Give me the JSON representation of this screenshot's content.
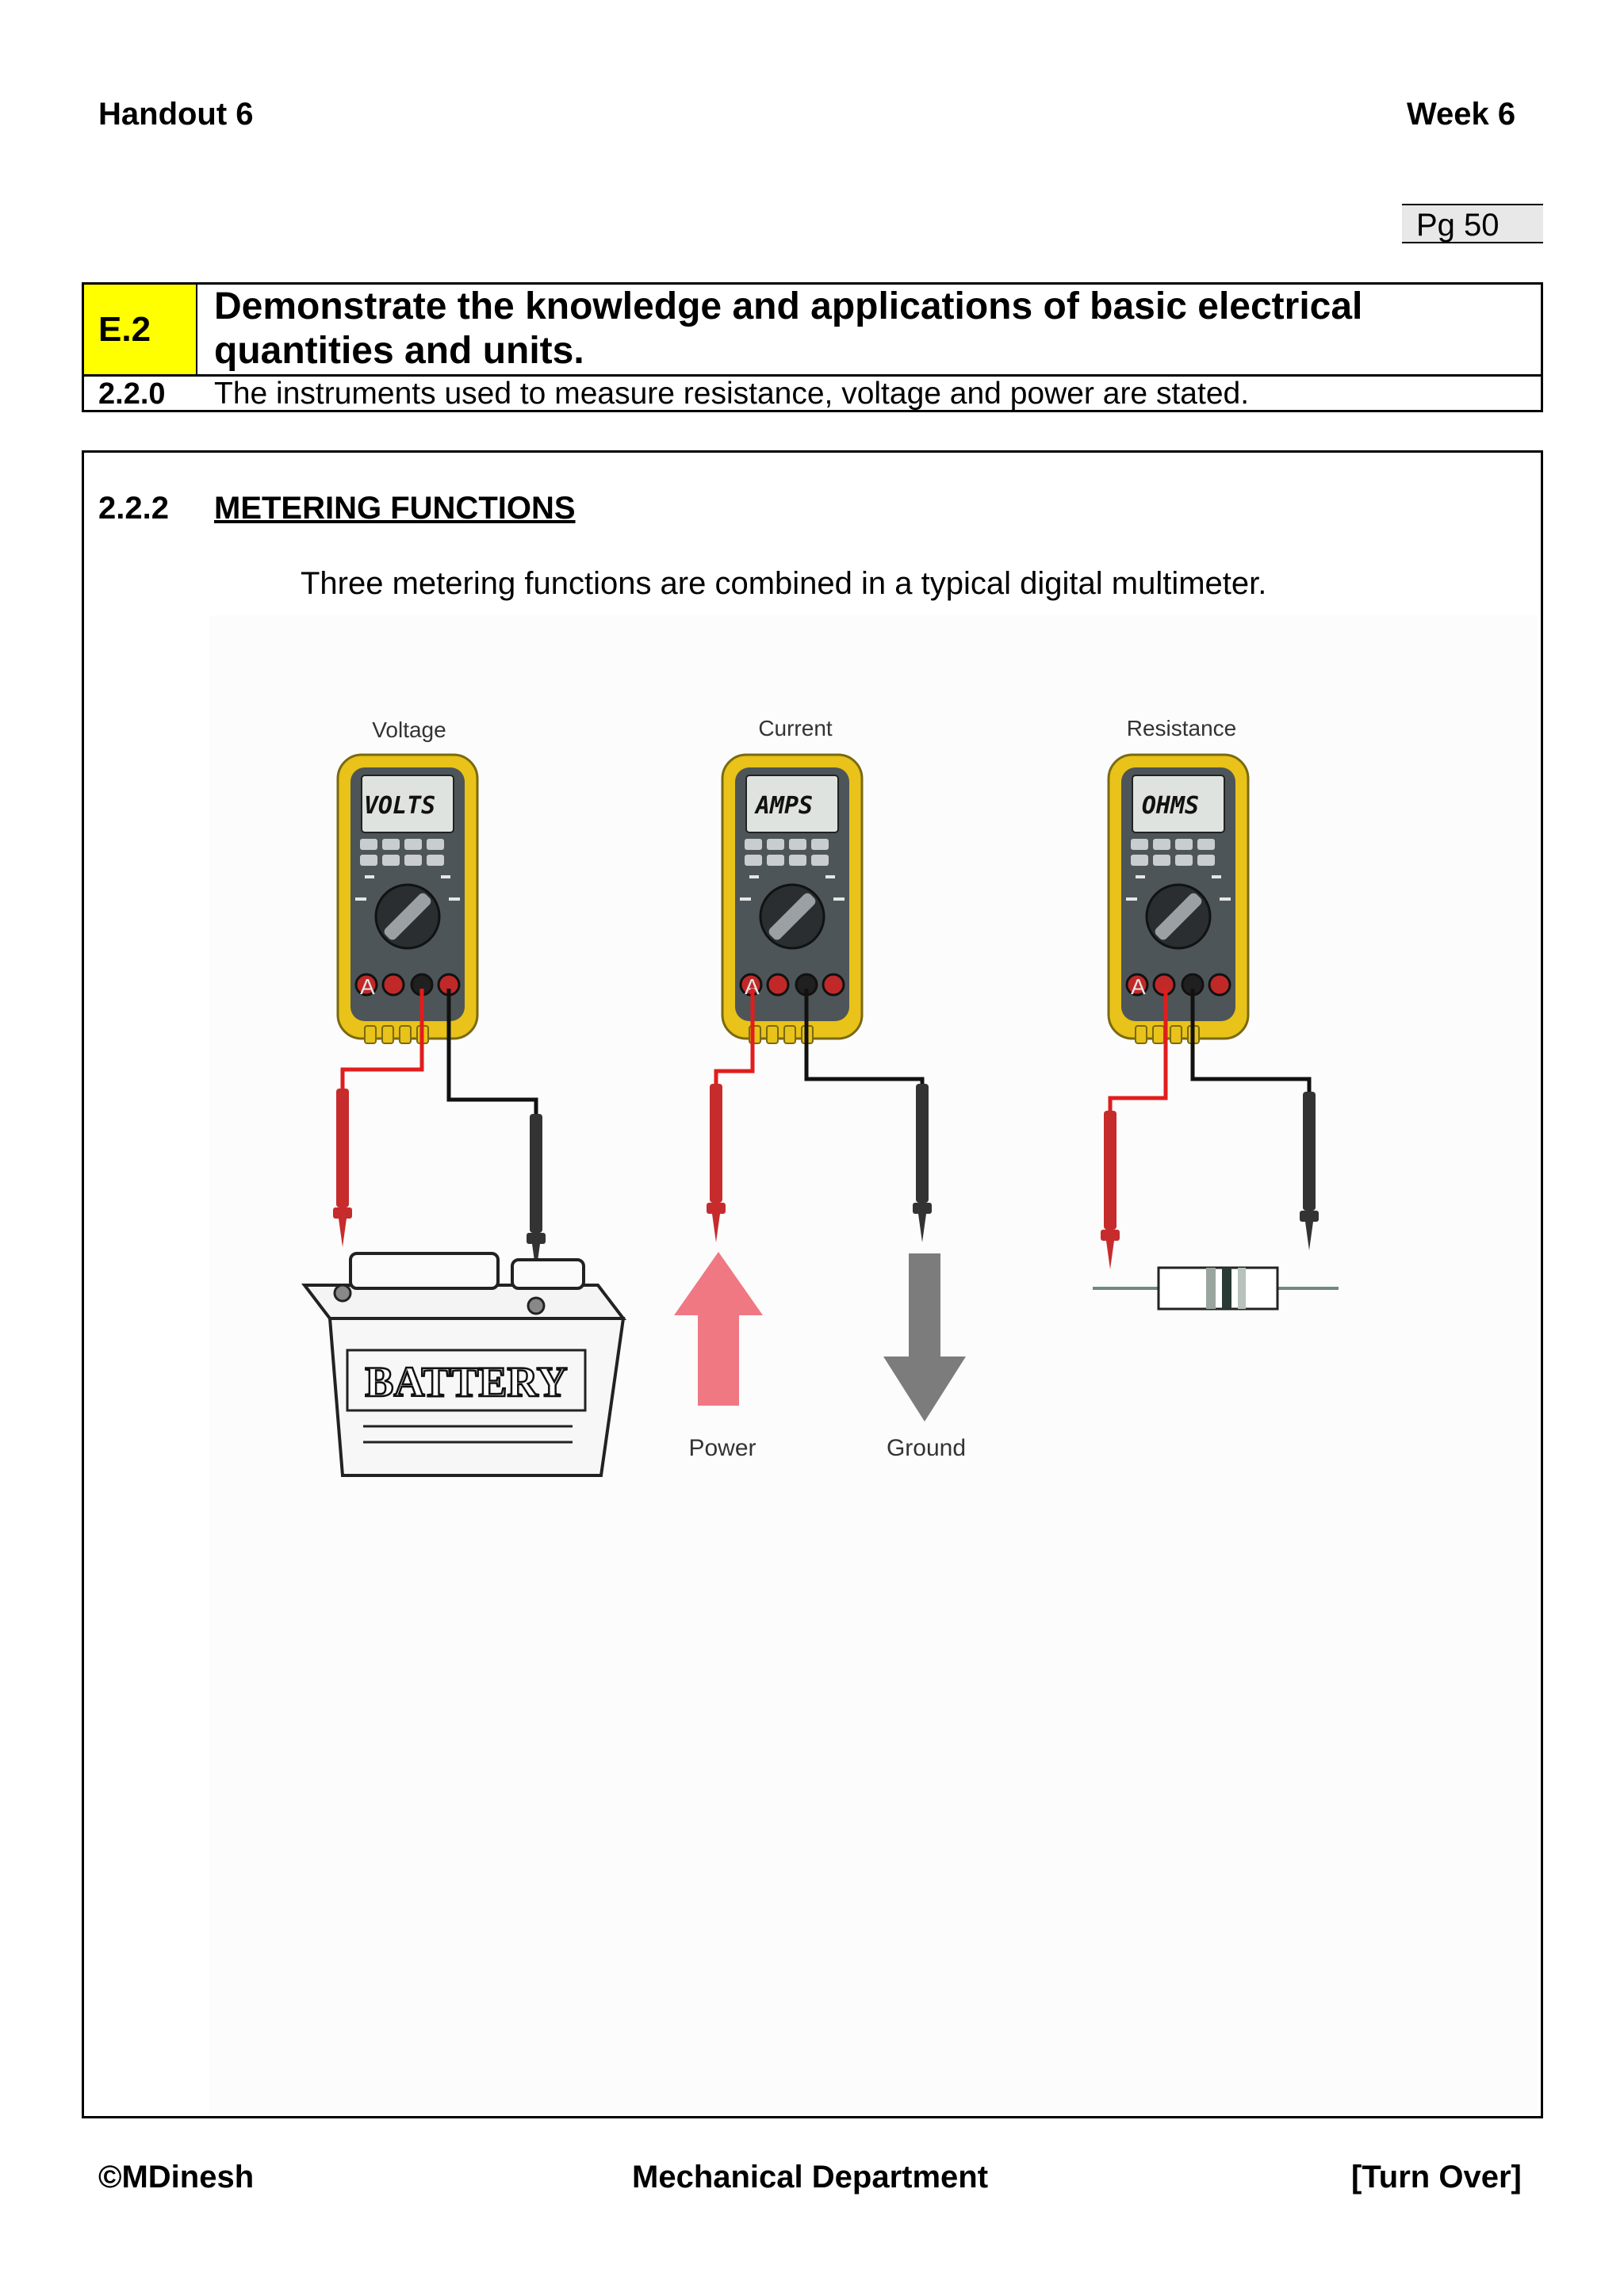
{
  "header": {
    "left": "Handout 6",
    "right": "Week 6",
    "page": "Pg 50"
  },
  "outcome": {
    "code": "E.2",
    "title": "Demonstrate the knowledge and applications of basic electrical quantities and units.",
    "sub_code": "2.2.0",
    "sub_statement": "The instruments used to measure resistance, voltage and power are stated."
  },
  "section": {
    "code": "2.2.2",
    "title": "METERING FUNCTIONS",
    "intro": "Three metering functions are combined in a typical digital multimeter."
  },
  "figure": {
    "panels": [
      {
        "label": "Voltage",
        "display": "VOLTS"
      },
      {
        "label": "Current",
        "display": "AMPS"
      },
      {
        "label": "Resistance",
        "display": "OHMS"
      }
    ],
    "battery_text": "BATTERY",
    "power_label": "Power",
    "ground_label": "Ground",
    "terminal_label": "A",
    "colors": {
      "meter_yellow": "#e9c21a",
      "meter_body": "#4d5558",
      "lead_red": "#e11d1d",
      "lead_black": "#111111",
      "power_arrow": "#f07882",
      "ground_arrow": "#7c7c7c"
    }
  },
  "footer": {
    "left": "©MDinesh",
    "center": "Mechanical Department",
    "right": "[Turn Over]"
  }
}
